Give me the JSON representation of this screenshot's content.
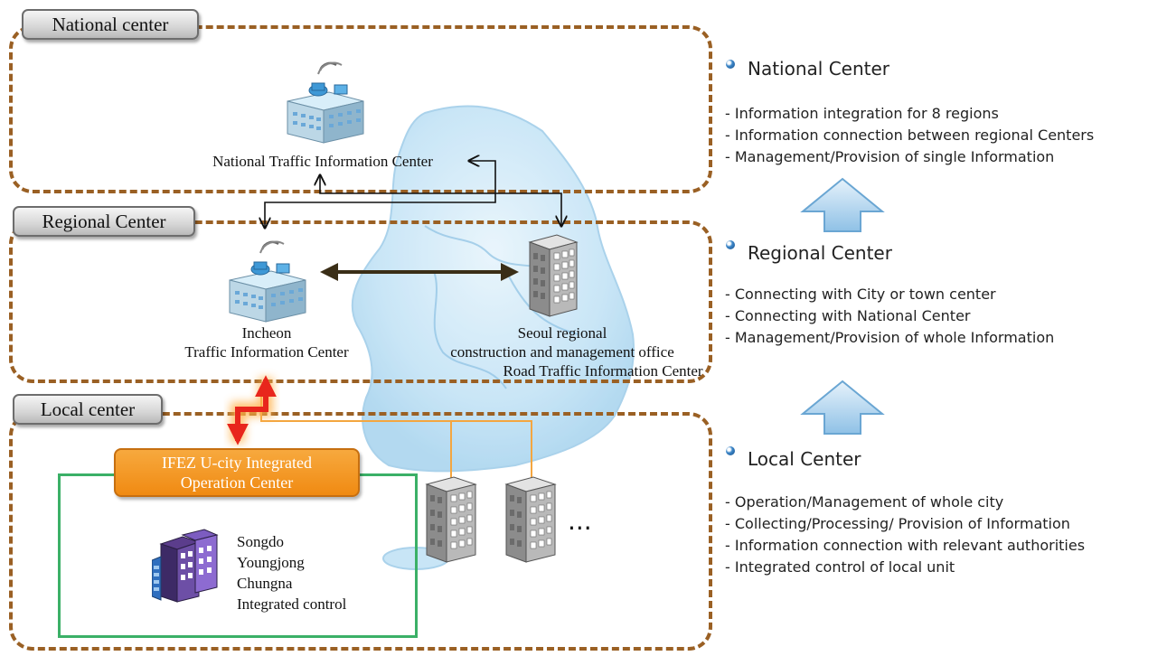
{
  "tiers": {
    "national": {
      "tab_label": "National center"
    },
    "regional": {
      "tab_label": "Regional Center"
    },
    "local": {
      "tab_label": "Local center"
    }
  },
  "nodes": {
    "national_center": {
      "label": "National Traffic Information Center"
    },
    "incheon_center": {
      "line1": "Incheon",
      "line2": "Traffic Information Center"
    },
    "seoul_office": {
      "line1": "Seoul regional",
      "line2": "construction and management office",
      "line3": "Road Traffic Information Center"
    },
    "ifez_center": {
      "line1": "IFEZ U-city Integrated",
      "line2": "Operation Center"
    },
    "local_units": [
      "Songdo",
      "Youngjong",
      "Chungna",
      "Integrated control"
    ],
    "more": "···"
  },
  "side_panel": {
    "national": {
      "title": "National Center",
      "items": [
        "- Information integration for 8 regions",
        "- Information connection between regional Centers",
        "- Management/Provision of single Information"
      ]
    },
    "regional": {
      "title": "Regional Center",
      "items": [
        "- Connecting with City or town center",
        "- Connecting with National Center",
        "- Management/Provision of whole Information"
      ]
    },
    "local": {
      "title": "Local Center",
      "items": [
        "- Operation/Management of whole city",
        "- Collecting/Processing/ Provision of Information",
        "- Information connection with relevant authorities",
        "- Integrated control of local unit"
      ]
    }
  },
  "colors": {
    "dashed_border": "#9a6024",
    "orange_center": "#f29218",
    "green_box": "#3bb067",
    "map_blue": "#bfe1f5",
    "link_red": "#e8261c",
    "link_orange": "#f4a640"
  }
}
